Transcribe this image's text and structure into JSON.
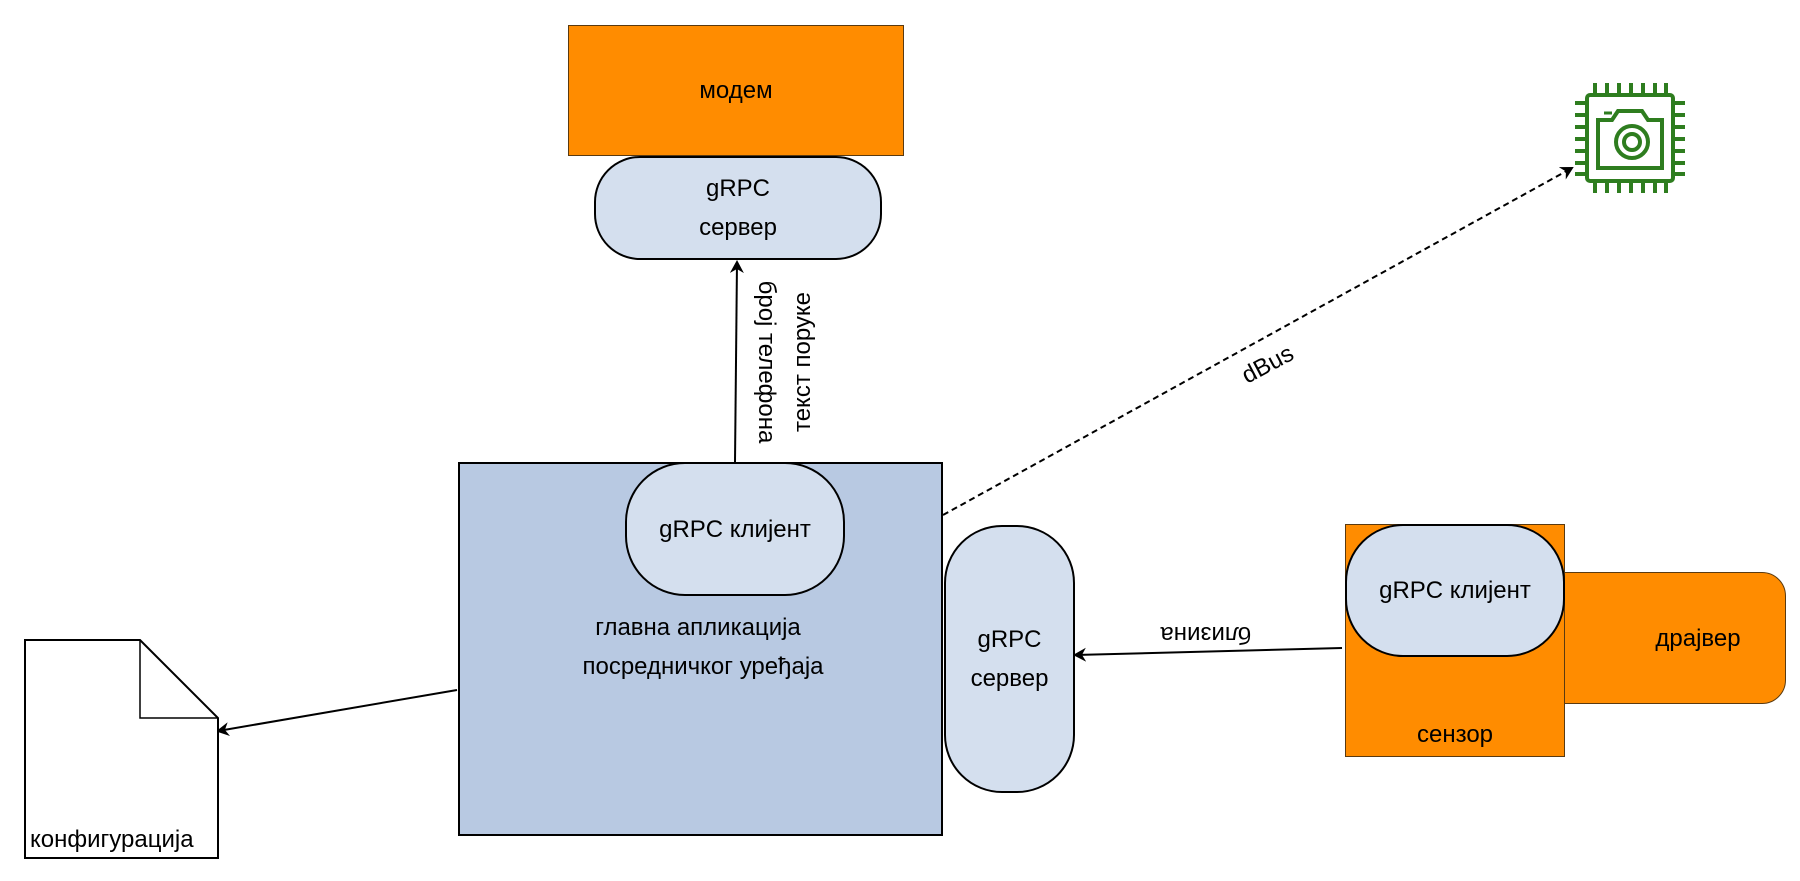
{
  "nodes": {
    "modem": "модем",
    "grpc_server_top": [
      "gRPC",
      "сервер"
    ],
    "main_app": [
      "главна апликација",
      "посредничког уређаја"
    ],
    "grpc_client_main": "gRPC клијент",
    "grpc_server_right": [
      "gRPC",
      "сервер"
    ],
    "sensor": "сензор",
    "sensor_grpc_client": "gRPC клијент",
    "driver": "драјвер",
    "config": "конфигурација",
    "camera_chip": "camera-chip-icon"
  },
  "edges": {
    "to_modem": [
      "број телефона",
      "текст поруке"
    ],
    "to_camera": "dBus",
    "sensor_to_server": "близина"
  },
  "colors": {
    "orange": "#FF8C00",
    "light_blue": "#D4DFEE",
    "mid_blue": "#B8C9E2",
    "green": "#2E7D1F"
  }
}
